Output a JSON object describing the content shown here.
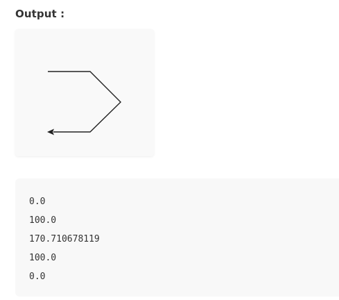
{
  "heading": {
    "label": "Output :"
  },
  "figure": {
    "stroke_color": "#222222",
    "background": "#f9f9f9",
    "path_icon": "turtle-path-arrow-icon"
  },
  "output": {
    "lines": [
      "0.0",
      "100.0",
      "170.710678119",
      "100.0",
      "0.0"
    ]
  }
}
